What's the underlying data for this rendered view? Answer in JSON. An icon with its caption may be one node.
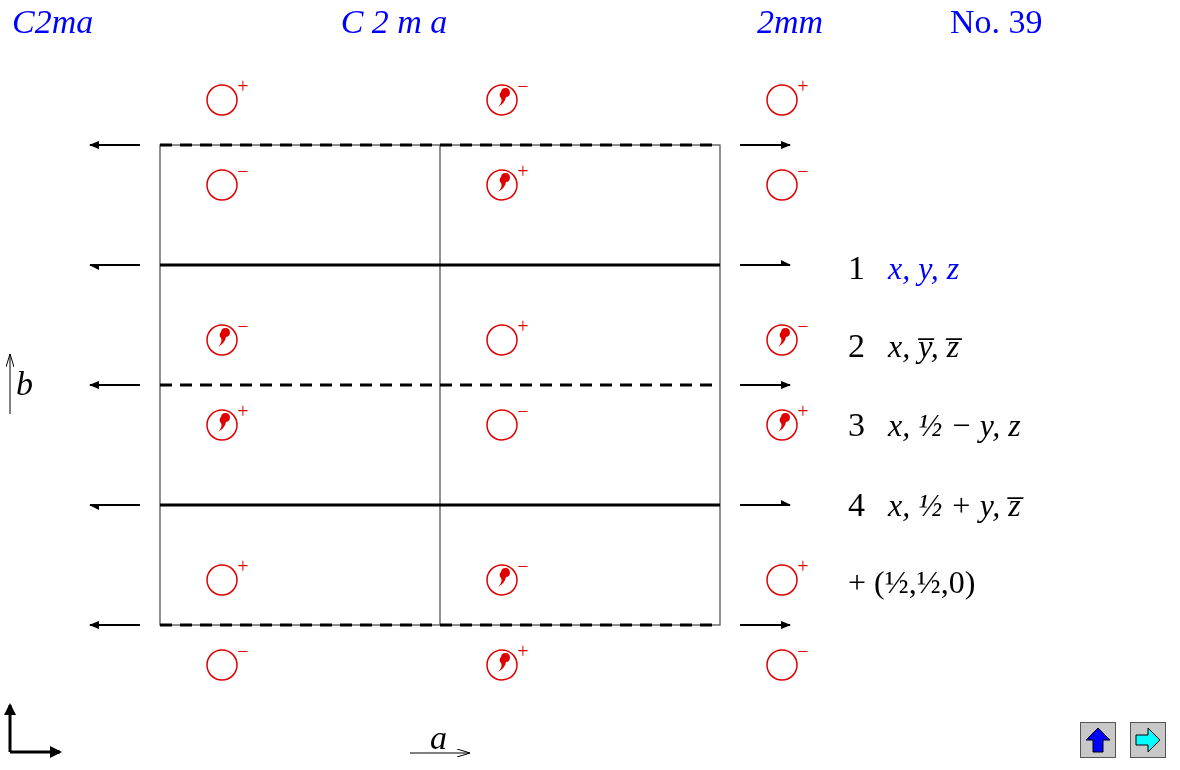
{
  "diagram": {
    "labels": [
      "C2ma",
      "C 2 m a",
      "2mm",
      "No. 39",
      "+",
      "−",
      "+",
      "−",
      "+",
      "−",
      "1",
      "x, y, z",
      "−",
      "+",
      "−",
      "2",
      "x, y̅, z̅",
      "b",
      "+",
      "−",
      "+",
      "3",
      "x, ½ − y, z",
      "4",
      "x, ½ + y, z̅",
      "+",
      "−",
      "+",
      "+ (½,½,0)",
      "−",
      "+",
      "−",
      "a"
    ]
  }
}
